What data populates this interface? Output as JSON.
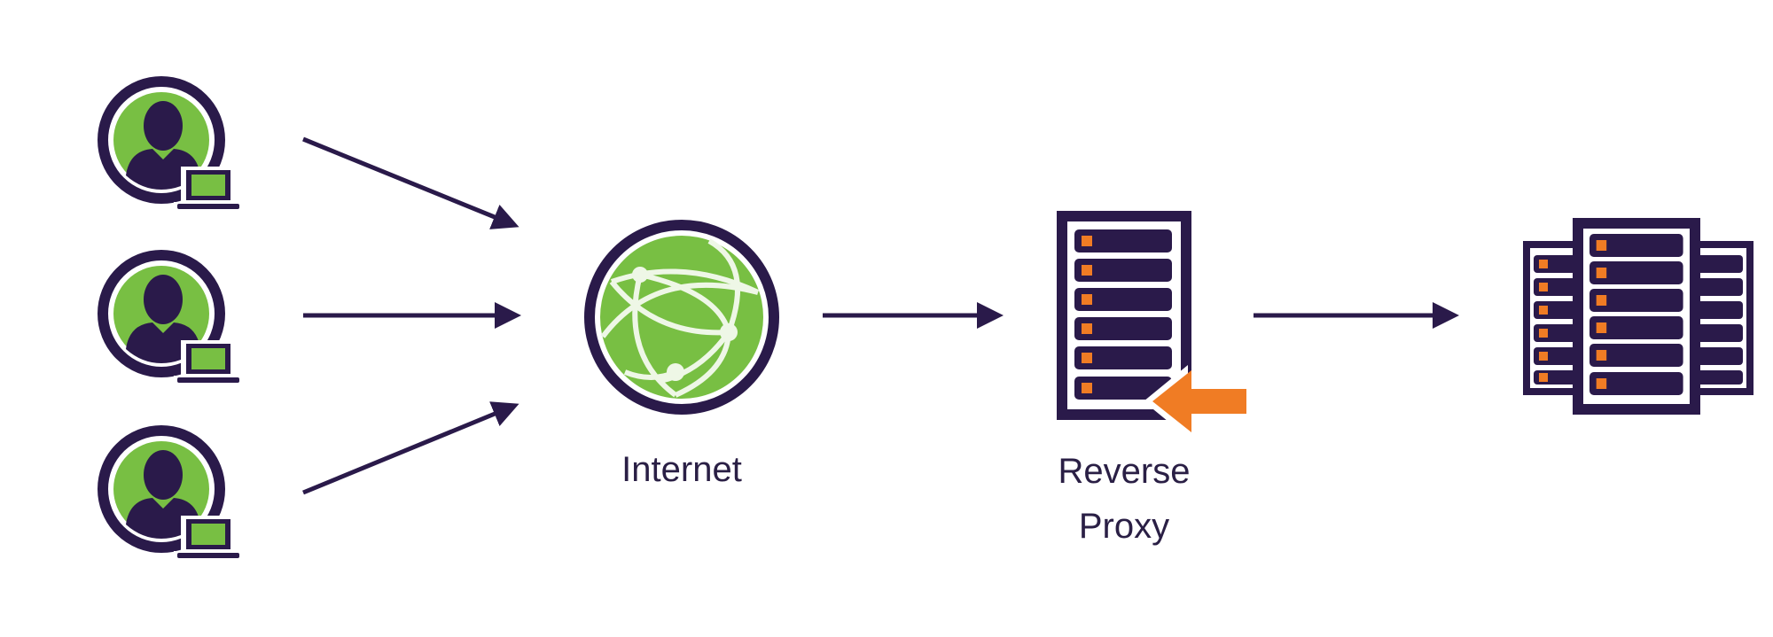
{
  "diagram": {
    "title": "Reverse proxy request flow",
    "colors": {
      "outline": "#2a1a4a",
      "green": "#78bf43",
      "orange": "#f07c24",
      "text": "#2a1f45",
      "background": "#ffffff"
    },
    "nodes": {
      "clients": [
        {
          "id": "client-1",
          "icon": "user-with-laptop-icon"
        },
        {
          "id": "client-2",
          "icon": "user-with-laptop-icon"
        },
        {
          "id": "client-3",
          "icon": "user-with-laptop-icon"
        }
      ],
      "internet": {
        "label": "Internet",
        "icon": "globe-network-icon"
      },
      "reverse_proxy": {
        "label_line1": "Reverse",
        "label_line2": "Proxy",
        "icon": "server-with-arrow-icon"
      },
      "backend": {
        "icon": "server-cluster-icon"
      }
    },
    "edges": [
      {
        "from": "client-1",
        "to": "internet"
      },
      {
        "from": "client-2",
        "to": "internet"
      },
      {
        "from": "client-3",
        "to": "internet"
      },
      {
        "from": "internet",
        "to": "reverse_proxy"
      },
      {
        "from": "reverse_proxy",
        "to": "backend"
      }
    ]
  }
}
